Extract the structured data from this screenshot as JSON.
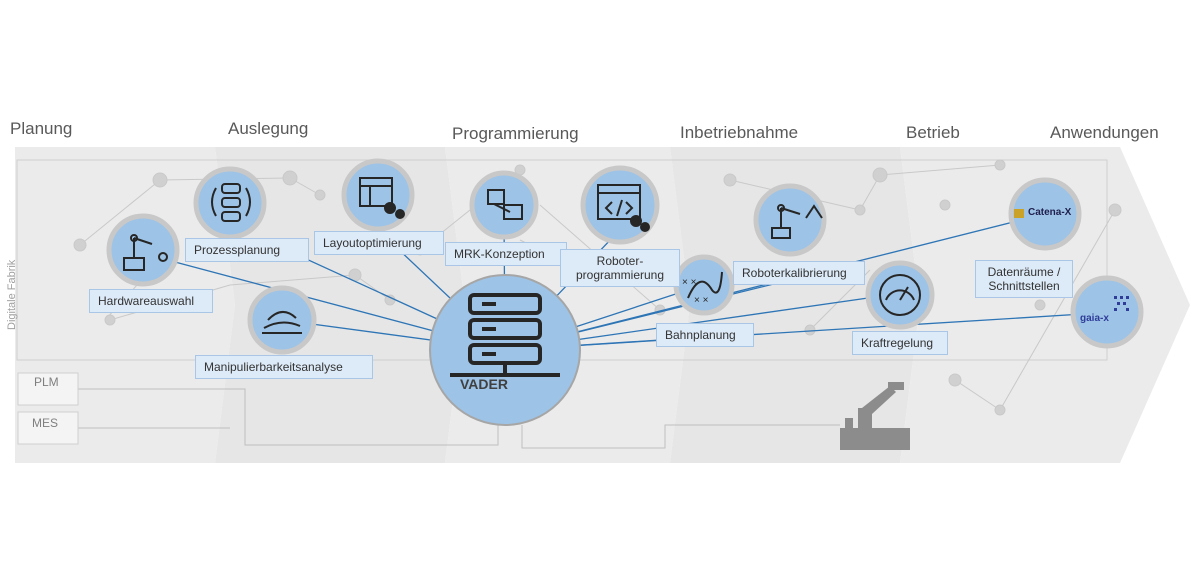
{
  "phases": [
    "Planung",
    "Auslegung",
    "Programmierung",
    "Inbetriebnahme",
    "Betrieb",
    "Anwendungen"
  ],
  "side_label": "Digitale Fabrik",
  "center": {
    "label": "VADER"
  },
  "nodes": {
    "hardwareauswahl": "Hardwareauswahl",
    "prozessplanung": "Prozessplanung",
    "layoutoptimierung": "Layoutoptimierung",
    "mrk_konzeption": "MRK-Konzeption",
    "roboterprogrammierung_1": "Roboter-",
    "roboterprogrammierung_2": "programmierung",
    "manipulierbarkeitsanalyse": "Manipulierbarkeitsanalyse",
    "bahnplanung": "Bahnplanung",
    "roboterkalibrierung": "Roboterkalibrierung",
    "kraftregelung": "Kraftregelung",
    "datenraeume_1": "Datenräume /",
    "datenraeume_2": "Schnittstellen",
    "catena_x": "Catena-X",
    "gaia_x": "gaia-x"
  },
  "systems": [
    "PLM",
    "MES"
  ],
  "colors": {
    "circle_fill": "#9dc3e6",
    "accent": "#2e75b6",
    "line": "#2e75b6",
    "arrow_band": "#ebebeb"
  }
}
